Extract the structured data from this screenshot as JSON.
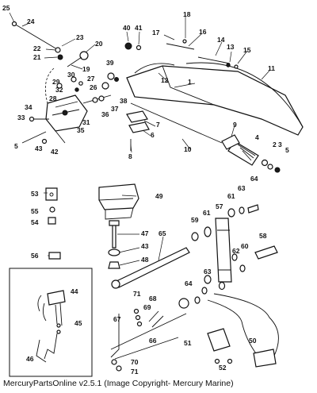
{
  "callouts": {
    "c1": "1",
    "c2": "2",
    "c3": "3",
    "c4": "4",
    "c5a": "5",
    "c5b": "5",
    "c6": "6",
    "c7": "7",
    "c8": "8",
    "c9": "9",
    "c10": "10",
    "c11": "11",
    "c12": "12",
    "c13": "13",
    "c14": "14",
    "c15": "15",
    "c16": "16",
    "c17": "17",
    "c18": "18",
    "c19": "19",
    "c20": "20",
    "c21": "21",
    "c22": "22",
    "c23": "23",
    "c24": "24",
    "c25": "25",
    "c26": "26",
    "c27": "27",
    "c28": "28",
    "c29": "29",
    "c30": "30",
    "c31": "31",
    "c32": "32",
    "c33": "33",
    "c34": "34",
    "c35": "35",
    "c36": "36",
    "c37": "37",
    "c38": "38",
    "c39": "39",
    "c40": "40",
    "c41": "41",
    "c42": "42",
    "c43a": "43",
    "c43b": "43",
    "c44": "44",
    "c45": "45",
    "c46": "46",
    "c47": "47",
    "c48": "48",
    "c49": "49",
    "c50": "50",
    "c51": "51",
    "c52": "52",
    "c53": "53",
    "c54": "54",
    "c55": "55",
    "c56": "56",
    "c57": "57",
    "c58": "58",
    "c59": "59",
    "c60": "60",
    "c61a": "61",
    "c61b": "61",
    "c62": "62",
    "c63a": "63",
    "c63b": "63",
    "c64a": "64",
    "c64b": "64",
    "c65": "65",
    "c66": "66",
    "c67": "67",
    "c68": "68",
    "c69": "69",
    "c70": "70",
    "c71a": "71",
    "c71b": "71"
  },
  "caption": "MercuryPartsOnline v2.5.1 (Image Copyright- Mercury Marine)"
}
